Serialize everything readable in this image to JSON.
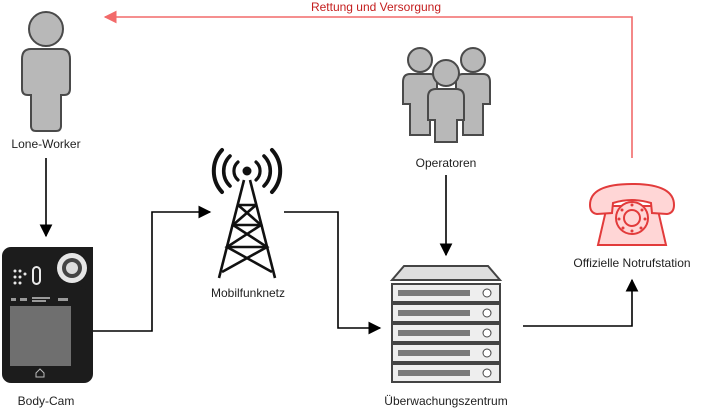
{
  "nodes": {
    "lone_worker": {
      "label": "Lone-Worker",
      "icon": "person-icon"
    },
    "body_cam": {
      "label": "Body-Cam",
      "icon": "body-camera-icon"
    },
    "mobile_network": {
      "label": "Mobilfunknetz",
      "icon": "cell-tower-icon"
    },
    "operators": {
      "label": "Operatoren",
      "icon": "group-of-people-icon"
    },
    "monitoring_center": {
      "label": "Überwachungszentrum",
      "icon": "server-rack-icon"
    },
    "emergency_station": {
      "label": "Offizielle Notrufstation",
      "icon": "telephone-icon"
    }
  },
  "edges": {
    "rescue": {
      "label": "Rettung und Versorgung",
      "color": "#f26a6a"
    }
  },
  "colors": {
    "icon_fill": "#b8b8b8",
    "icon_stroke": "#4a4a4a",
    "phone_fill": "#ffd6d6",
    "phone_stroke": "#e23b3b",
    "camera_body": "#1c1c1c",
    "camera_screen": "#6f6f6f",
    "arrow": "#000000"
  }
}
